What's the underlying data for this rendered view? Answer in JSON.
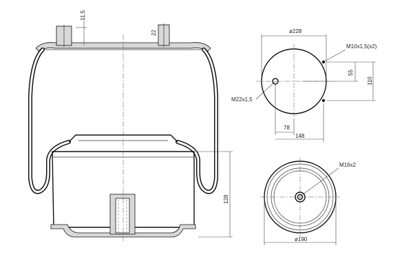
{
  "side_view": {
    "dim_stud_height": "11,5",
    "dim_bolt_height": "22",
    "dim_piston_height": "128"
  },
  "top_view": {
    "dim_diameter": "ø228",
    "label_bolts": "M10x1,5(x2)",
    "dim_bolt_spacing": "55",
    "dim_bolt_offset": "110",
    "label_air_port": "M22x1,5",
    "dim_port_offset": "78",
    "dim_bolt_x": "148"
  },
  "bottom_view": {
    "label_center_thread": "M16x2",
    "dim_diameter": "ø190"
  }
}
